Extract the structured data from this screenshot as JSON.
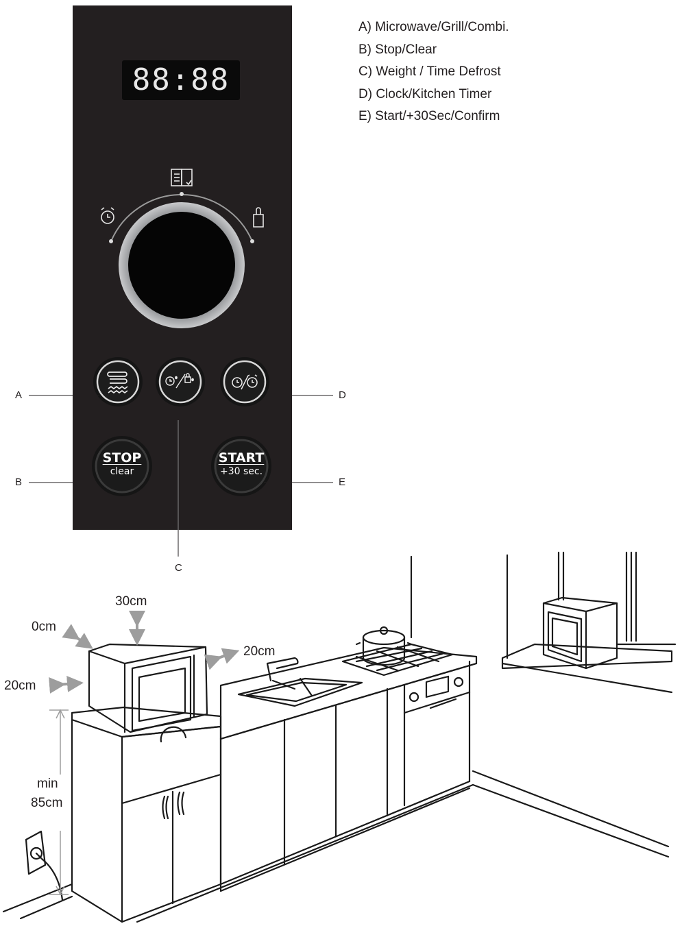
{
  "display": {
    "text": "88:88"
  },
  "legend": [
    "A) Microwave/Grill/Combi.",
    "B) Stop/Clear",
    "C) Weight / Time Defrost",
    "D) Clock/Kitchen Timer",
    "E) Start/+30Sec/Confirm"
  ],
  "callouts": {
    "a": "A",
    "b": "B",
    "c": "C",
    "d": "D",
    "e": "E"
  },
  "buttons": {
    "stop": {
      "main": "STOP",
      "sub": "clear"
    },
    "start": {
      "main": "START",
      "sub": "+30 sec."
    }
  },
  "icons": {
    "dial_top": "recipe-book-icon",
    "dial_left": "alarm-clock-icon",
    "dial_right": "weight-icon",
    "button_a": "microwave-grill-icon",
    "button_c": "defrost-icon",
    "button_d": "clock-timer-icon"
  },
  "clearances": {
    "top": "30cm",
    "back": "0cm",
    "left": "20cm",
    "right": "20cm",
    "height_line1": "min",
    "height_line2": "85cm"
  },
  "colors": {
    "panel": "#231f20",
    "ring": "#a7a9ac",
    "arrow": "#9d9d9d"
  }
}
